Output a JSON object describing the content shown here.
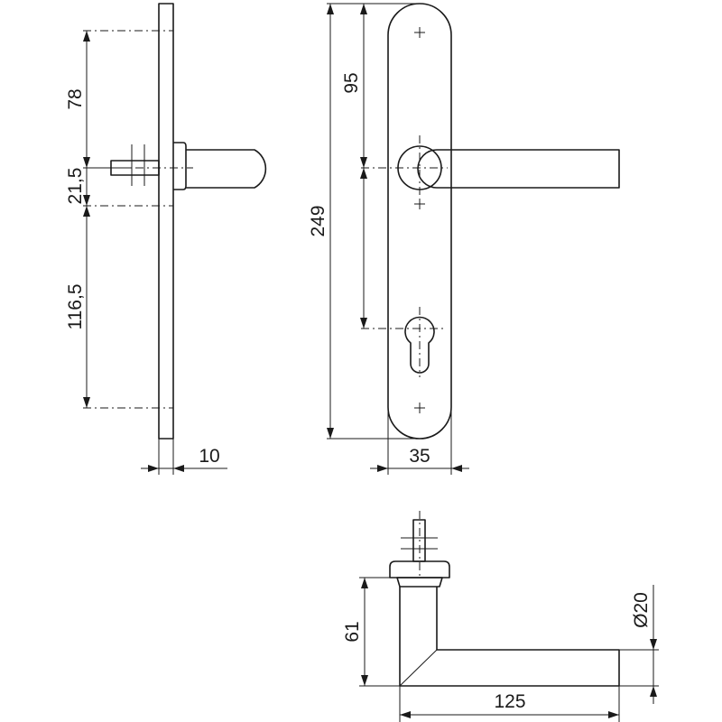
{
  "dimensions": {
    "top_to_spindle": "78",
    "spindle_offset": "21,5",
    "to_bottom": "116,5",
    "plate_thickness": "10",
    "plate_length": "249",
    "spindle_to_cylinder": "95",
    "plate_width": "35",
    "handle_height": "61",
    "handle_diameter": "Ø20",
    "handle_length": "125"
  },
  "colors": {
    "line": "#1a1a1a",
    "background": "#ffffff"
  }
}
